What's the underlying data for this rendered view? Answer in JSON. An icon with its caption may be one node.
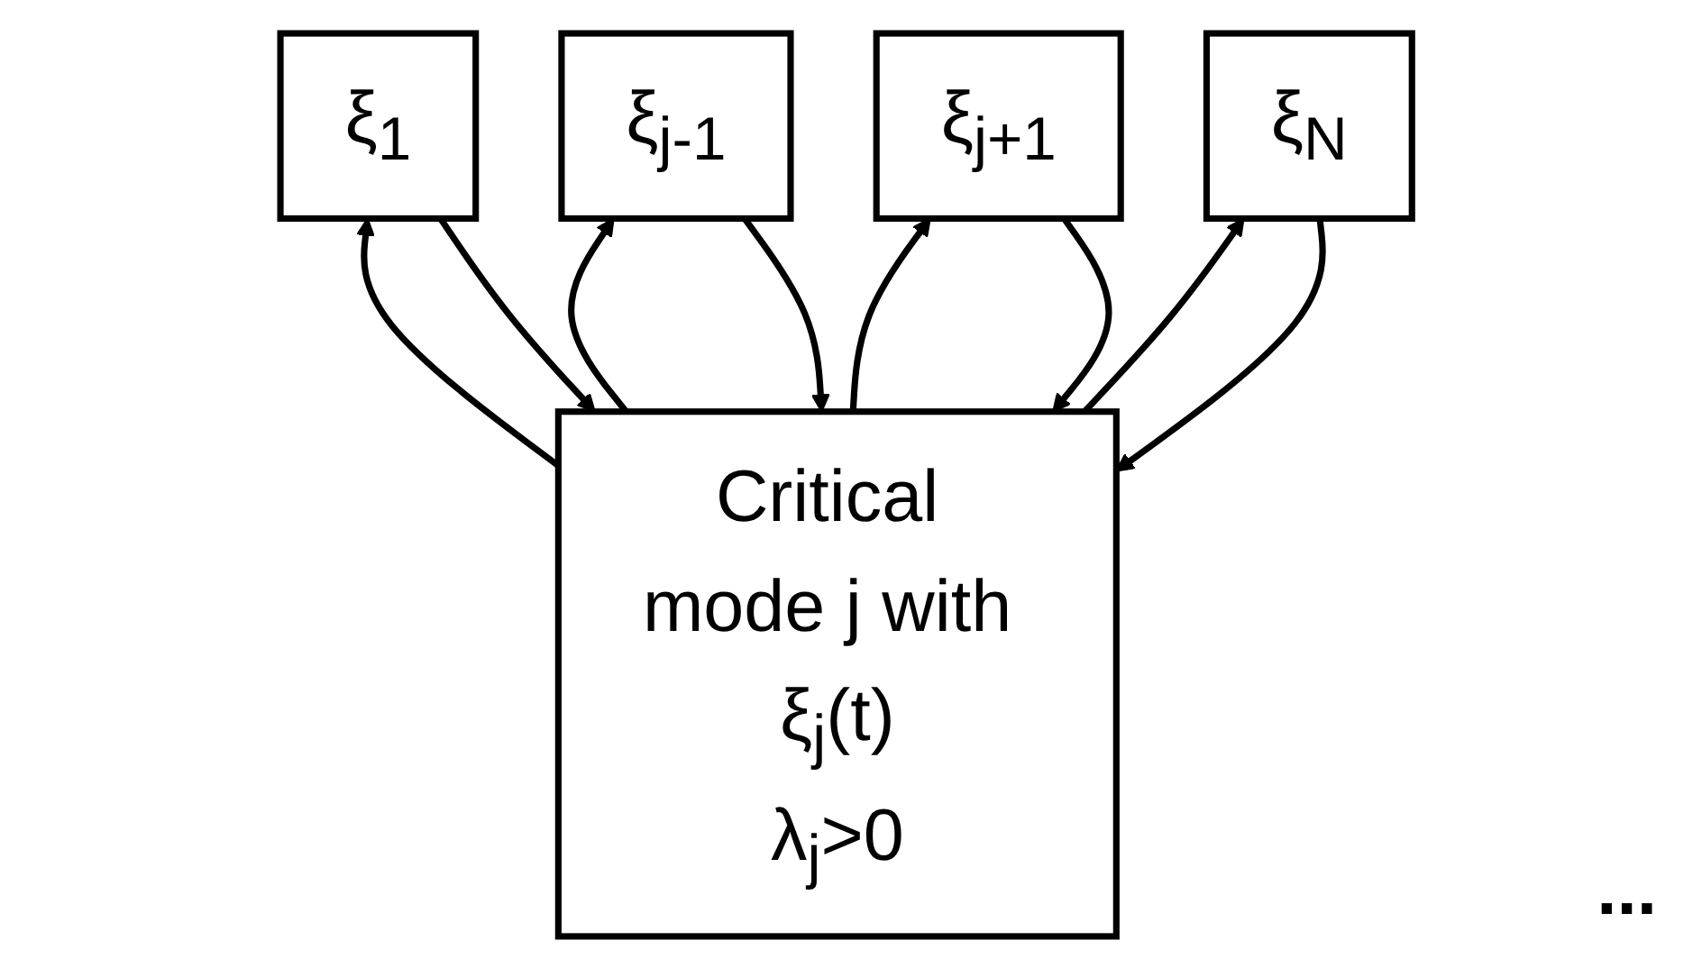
{
  "diagram": {
    "nodes": [
      {
        "text": [
          "Critical mode j with ξ$_{j}$(t)",
          "λ$_{j}$>0"
        ]
      },
      {
        "text": [
          "ξ$_{1}$"
        ]
      },
      {
        "text": [
          "ξ$_{j-1}$"
        ]
      },
      {
        "text": [
          "ξ$_{j+1}$"
        ]
      },
      {
        "text": [
          "ξ$_{N}$"
        ]
      }
    ],
    "edges": [
      {
        "from": 1,
        "to": 0,
        "arrow": "to"
      },
      {
        "from": 2,
        "to": 0,
        "arrow": "to"
      },
      {
        "from": 3,
        "to": 0,
        "arrow": "to"
      },
      {
        "from": 4,
        "to": 0,
        "arrow": "to"
      },
      {
        "from": 0,
        "to": 1,
        "arrow": "to"
      },
      {
        "from": 0,
        "to": 2,
        "arrow": "to"
      },
      {
        "from": 0,
        "to": 3,
        "arrow": "to"
      },
      {
        "from": 0,
        "to": 4,
        "arrow": "to"
      }
    ],
    "labels": [
      "..."
    ]
  }
}
